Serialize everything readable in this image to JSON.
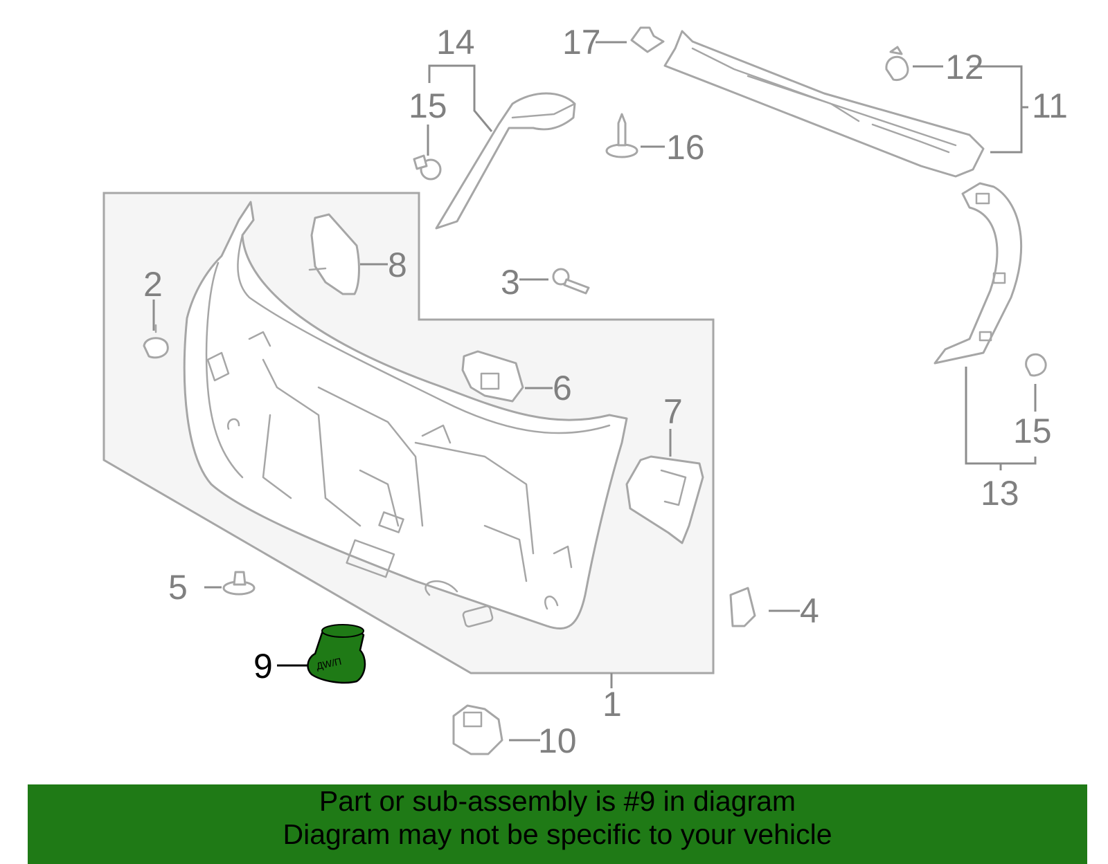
{
  "diagram": {
    "callouts": {
      "c1": "1",
      "c2": "2",
      "c3": "3",
      "c4": "4",
      "c5": "5",
      "c6": "6",
      "c7": "7",
      "c8": "8",
      "c9": "9",
      "c10": "10",
      "c11": "11",
      "c12": "12",
      "c13": "13",
      "c14": "14",
      "c15a": "15",
      "c15b": "15",
      "c16": "16",
      "c17": "17"
    },
    "part9_marking": "ДW/П",
    "highlight_color": "#1f7a16",
    "line_color": "#a6a6a6",
    "assembly_fill": "#f5f5f5"
  },
  "banner": {
    "line1": "Part or sub-assembly is #9 in diagram",
    "line2": "Diagram may not be specific to your vehicle",
    "background": "#1f7a16"
  }
}
